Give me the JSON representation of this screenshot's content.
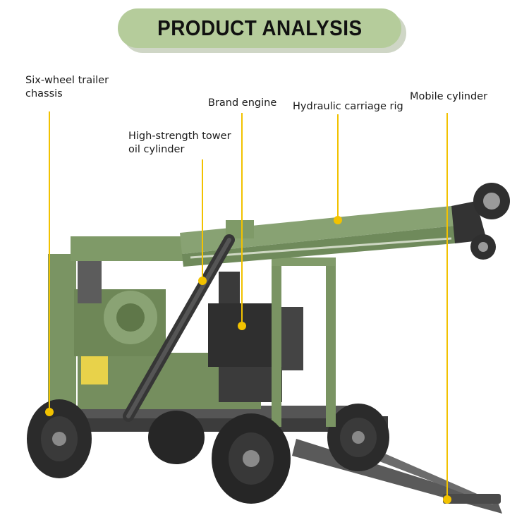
{
  "banner": {
    "title": "PRODUCT ANALYSIS"
  },
  "labels": [
    {
      "lines": [
        "Six-wheel trailer",
        "chassis"
      ]
    },
    {
      "lines": [
        "Brand engine"
      ]
    },
    {
      "lines": [
        "High-strength tower",
        "oil cylinder"
      ]
    },
    {
      "lines": [
        "Hydraulic carriage rig"
      ]
    },
    {
      "lines": [
        "Mobile cylinder"
      ]
    }
  ],
  "colors": {
    "banner_bg": "#b5cc9b",
    "machine_green": "#7a9463",
    "leader_yellow": "#f2c200",
    "tire_dark": "#2b2b2b"
  }
}
